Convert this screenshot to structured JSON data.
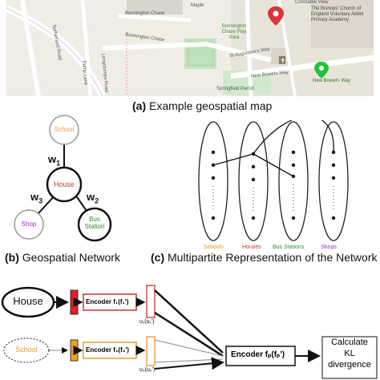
{
  "map": {
    "labels": [
      "Bennington Chase",
      "Bonnington Chase",
      "St Augustine's Way",
      "New Bowers Way",
      "Constable View",
      "Bonnington Chase Play Area",
      "The Bishops' Church of England Voluntary Aided Primary Academy",
      "New Bowers Way",
      "Springfield Parish",
      "Sutherland Road",
      "Pump Lane",
      "Longstomps Road",
      "Maple"
    ],
    "pin_red_color": "#d8363a",
    "pin_green_color": "#21c43b"
  },
  "captions": {
    "a_letter": "(a)",
    "a_text": "Example geospatial map",
    "b_letter": "(b)",
    "b_text": "Geospatial Network",
    "c_letter": "(c)",
    "c_text": "Multipartite Representation of the Network"
  },
  "network": {
    "school": "School",
    "house": "House",
    "shop": "Shop",
    "bus": "Bus Station",
    "w1": "w",
    "w1_sub": "1",
    "w2": "w",
    "w2_sub": "2",
    "w3": "w",
    "w3_sub": "3",
    "colors": {
      "school": "#e59a3c",
      "house": "#c0392b",
      "shop": "#9b30c0",
      "bus": "#2e8b2e"
    }
  },
  "multipartite": {
    "labels": [
      "Schools",
      "Houses",
      "Bus Stations",
      "Shops"
    ],
    "colors": [
      "#d89c2a",
      "#c0392b",
      "#2e8b2e",
      "#9b30c0"
    ]
  },
  "pipeline": {
    "house": "House",
    "school": "School",
    "enc1": "Encoder f₁(f₁')",
    "enc2": "Encoder f₂(f₂')",
    "u1": "u₁(u₁')",
    "u2": "u₂(u₂')",
    "encp": "Encoder fₚ(fₚ')",
    "kl_line1": "Calculate",
    "kl_line2": "KL",
    "kl_line3": "divergence"
  }
}
